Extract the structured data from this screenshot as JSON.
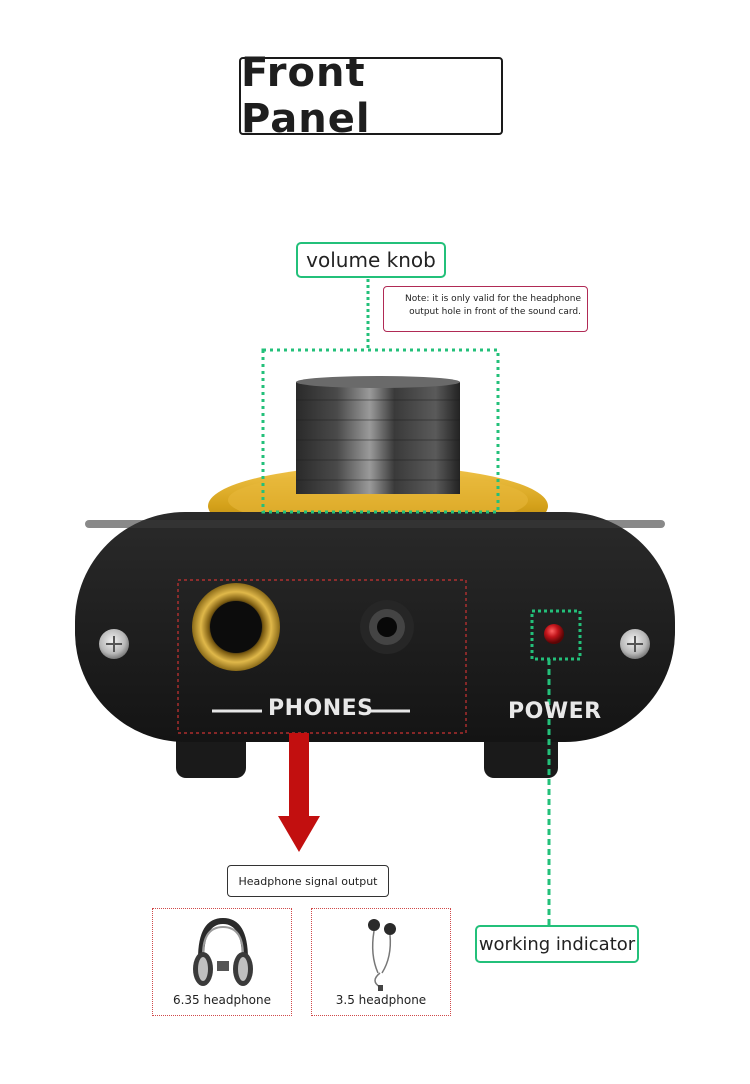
{
  "title": "Front Panel",
  "callouts": {
    "volume_knob": "volume knob",
    "note_line1": "Note: it is only valid for the headphone",
    "note_line2": "output hole in front of the sound card.",
    "working_indicator": "working indicator",
    "signal_output": "Headphone signal output"
  },
  "device": {
    "phones_label": "PHONES",
    "power_label": "POWER"
  },
  "headphones": [
    {
      "label": "6.35 headphone",
      "icon": "over-ear-headphones-icon"
    },
    {
      "label": "3.5 headphone",
      "icon": "earbuds-icon"
    }
  ],
  "colors": {
    "callout_green": "#23c07a",
    "note_border": "#b02a55",
    "arrow_red": "#c20f0f",
    "device_body": "#1c1c1c",
    "knob_base_gold": "#d4a11a",
    "indicator_red": "#b40f0f"
  }
}
